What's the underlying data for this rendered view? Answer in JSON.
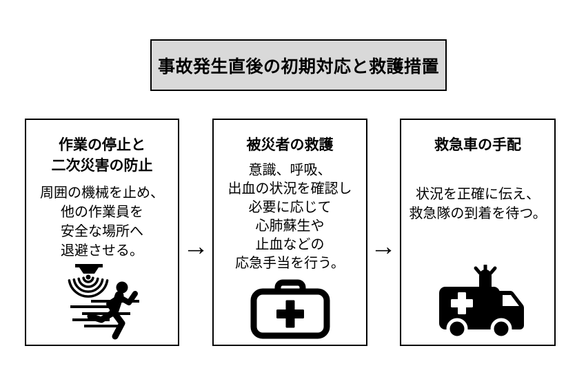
{
  "title": "事故発生直後の初期対応と救護措置",
  "arrow_glyph": "→",
  "steps": [
    {
      "heading": "作業の停止と\n二次災害の防止",
      "body": "周囲の機械を止め、\n他の作業員を\n安全な場所へ\n退避させる。",
      "icon": "evacuation-alarm-running-person"
    },
    {
      "heading": "被災者の救護",
      "body": "意識、呼吸、\n出血の状況を確認し\n必要に応じて\n心肺蘇生や\n止血などの\n応急手当を行う。",
      "icon": "first-aid-kit"
    },
    {
      "heading": "救急車の手配",
      "body": "状況を正確に伝え、\n救急隊の到着を待つ。",
      "icon": "ambulance"
    }
  ],
  "colors": {
    "title_background": "#d9d9d9",
    "border": "#000000",
    "canvas_background": "#ffffff",
    "icon": "#000000"
  }
}
